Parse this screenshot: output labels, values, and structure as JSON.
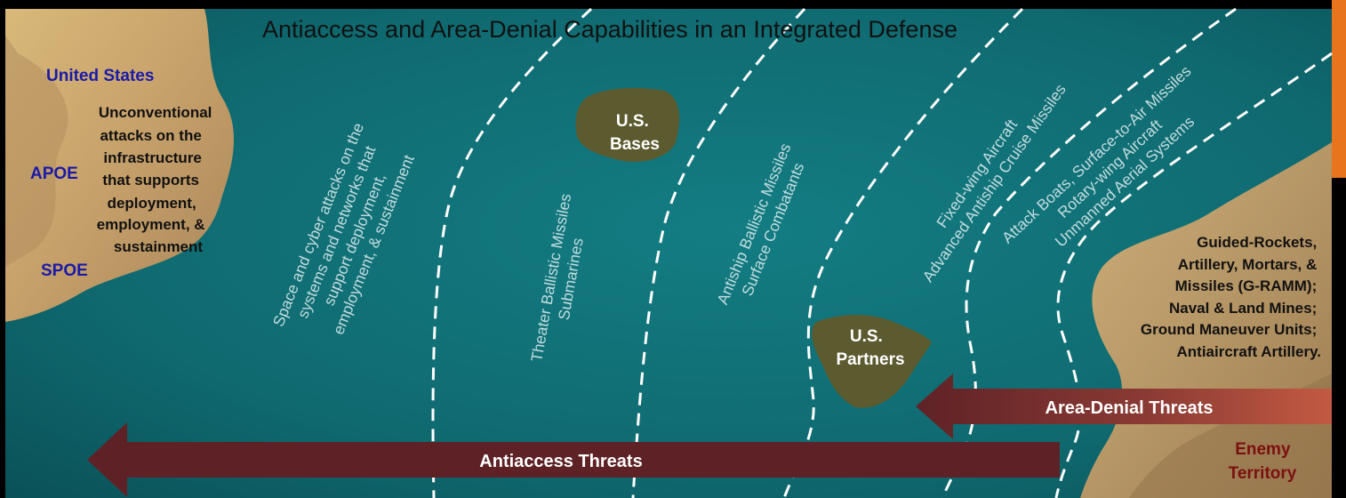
{
  "title": "Antiaccess and Area-Denial Capabilities in an Integrated Defense",
  "home": {
    "name": "United States",
    "apoe": "APOE",
    "spoe": "SPOE",
    "attacks": [
      "Unconventional",
      "attacks on the",
      "infrastructure",
      "that supports",
      "deployment,",
      "employment, &",
      "sustainment"
    ]
  },
  "bands": {
    "space_cyber": [
      "Space and cyber attacks on the",
      "systems and networks that",
      "support deployment,",
      "employment, & sustainment"
    ],
    "theater": [
      "Theater Ballistic Missiles",
      "Submarines"
    ],
    "antiship": [
      "Antiship Ballistic Missiles",
      "Surface Combatants"
    ],
    "aircraft": [
      "Fixed-wing Aircraft",
      "Advanced Antiship Cruise Missiles"
    ],
    "boats": [
      "Attack Boats, Surface-to-Air Missiles",
      "Rotary-wing Aircraft",
      "Unmanned Aerial Systems"
    ]
  },
  "islands": {
    "bases": [
      "U.S.",
      "Bases"
    ],
    "partners": [
      "U.S.",
      "Partners"
    ]
  },
  "enemy": {
    "capabilities": [
      "Guided-Rockets,",
      "Artillery, Mortars, &",
      "Missiles (G-RAMM);",
      "Naval & Land Mines;",
      "Ground Maneuver Units;",
      "Antiaircraft Artillery."
    ],
    "territory": [
      "Enemy",
      "Territory"
    ]
  },
  "arrows": {
    "area_denial": "Area-Denial Threats",
    "antiaccess": "Antiaccess Threats"
  },
  "colors": {
    "sea": "#0f6e74",
    "land": "#c9a468",
    "island": "#5c5a2f",
    "arrow": "#5e2226",
    "boundary": "#ffffff"
  }
}
